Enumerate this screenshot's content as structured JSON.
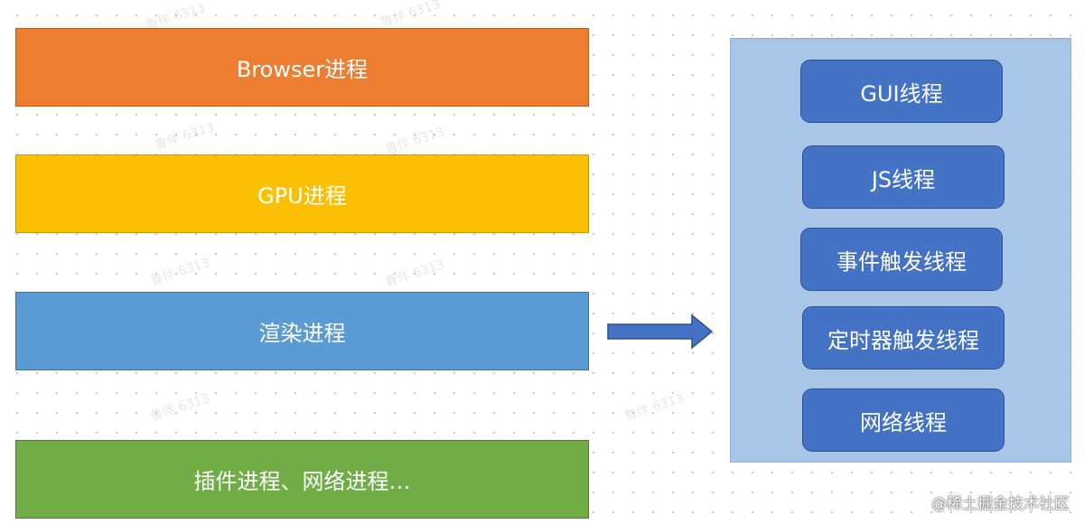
{
  "processes": {
    "browser": "Browser进程",
    "gpu": "GPU进程",
    "render": "渲染进程",
    "plugin": "插件进程、网络进程…"
  },
  "threads": {
    "gui": "GUI线程",
    "js": "JS线程",
    "event": "事件触发线程",
    "timer": "定时器触发线程",
    "network": "网络线程"
  },
  "footer": {
    "source": "@稀土掘金技术社区"
  },
  "watermark": "鲁伴 6313",
  "colors": {
    "browser": "#ed7d31",
    "gpu": "#fbc003",
    "render": "#5b9bd5",
    "plugin": "#70ad47",
    "panel": "#a9c6e8",
    "thread": "#4472c4",
    "arrow": "#4472c4"
  },
  "icons": {
    "arrow": "right-arrow-icon"
  }
}
